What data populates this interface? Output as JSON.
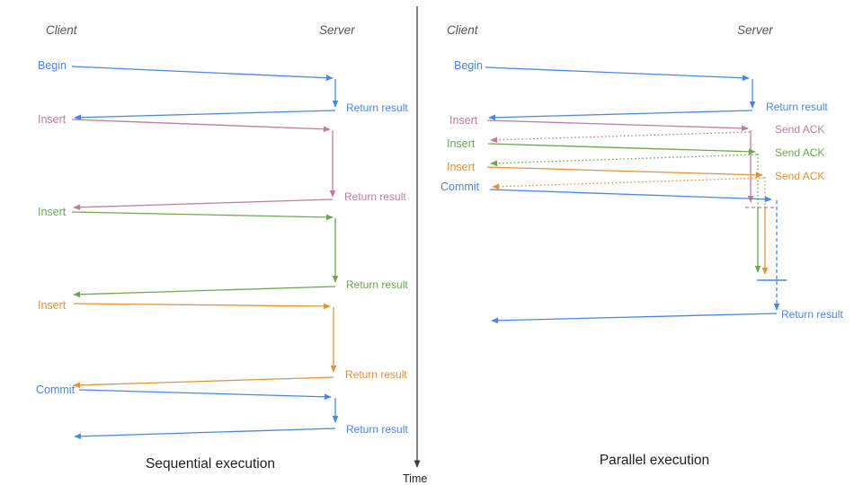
{
  "colors": {
    "blue": "#4a86e8",
    "pink": "#c27ba0",
    "green": "#6aa84f",
    "orange": "#e69138",
    "header": "#555555",
    "caption": "#1f1f1f",
    "axis": "#3d3d3d"
  },
  "panels": {
    "sequential": {
      "client_header": "Client",
      "server_header": "Server",
      "caption": "Sequential execution",
      "operations": [
        {
          "label": "Begin",
          "color": "blue",
          "return_label": "Return result"
        },
        {
          "label": "Insert",
          "color": "pink",
          "return_label": "Return result"
        },
        {
          "label": "Insert",
          "color": "green",
          "return_label": "Return result"
        },
        {
          "label": "Insert",
          "color": "orange",
          "return_label": "Return result"
        },
        {
          "label": "Commit",
          "color": "blue",
          "return_label": "Return result"
        }
      ]
    },
    "parallel": {
      "client_header": "Client",
      "server_header": "Server",
      "caption": "Parallel execution",
      "operations": [
        {
          "label": "Begin",
          "color": "blue",
          "server_label": "Return result"
        },
        {
          "label": "Insert",
          "color": "pink",
          "server_label": "Send ACK"
        },
        {
          "label": "Insert",
          "color": "green",
          "server_label": "Send ACK"
        },
        {
          "label": "Insert",
          "color": "orange",
          "server_label": "Send ACK"
        },
        {
          "label": "Commit",
          "color": "blue",
          "server_label": ""
        }
      ],
      "final_return_label": "Return result"
    }
  },
  "time_axis": {
    "label": "Time"
  }
}
